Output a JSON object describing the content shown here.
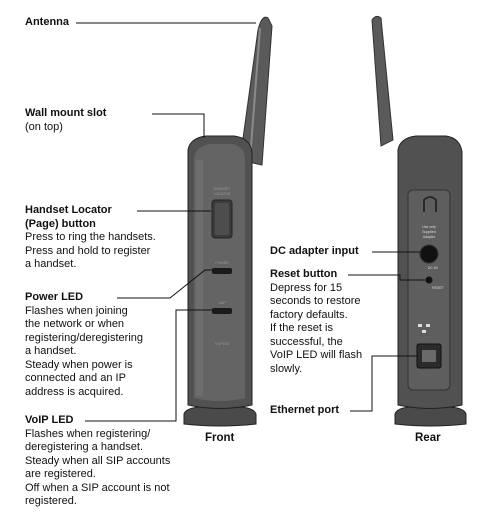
{
  "diagram": {
    "views": {
      "front": "Front",
      "rear": "Rear"
    },
    "labels": {
      "antenna": {
        "title": "Antenna"
      },
      "wall_mount": {
        "title": "Wall mount slot",
        "note": "(on top)"
      },
      "handset_locator": {
        "title_line1": "Handset Locator",
        "title_line2": "(Page) button",
        "description": [
          "Press to ring the handsets.",
          "Press and hold to register",
          "a handset."
        ]
      },
      "power_led": {
        "title": "Power LED",
        "description": [
          "Flashes when joining",
          "the network or when",
          "registering/deregistering",
          "a handset.",
          "Steady when power is",
          "connected and an IP",
          "address is acquired."
        ]
      },
      "voip_led": {
        "title": "VoIP LED",
        "description": [
          "Flashes when registering/",
          "deregistering a handset.",
          "Steady when all SIP accounts",
          "are registered.",
          "Off when a SIP account is not",
          "registered."
        ]
      },
      "dc_adapter": {
        "title": "DC adapter input"
      },
      "reset_button": {
        "title": "Reset button",
        "description": [
          "Depress for 15",
          "seconds to restore",
          "factory defaults.",
          "If the reset is",
          "successful, the",
          "VoIP LED will flash",
          "slowly."
        ]
      },
      "ethernet_port": {
        "title": "Ethernet port"
      }
    },
    "device_markings": {
      "front_locator_label": [
        "HANDSET",
        "LOCATOR"
      ],
      "front_power_label": "POWER",
      "front_voip_label": "VoIP",
      "front_model": "VDP605",
      "rear_adapter_note": [
        "Use only",
        "Supplied",
        "Adapter"
      ],
      "rear_power_rating": "DC 6V",
      "rear_reset_label": "RESET"
    }
  }
}
